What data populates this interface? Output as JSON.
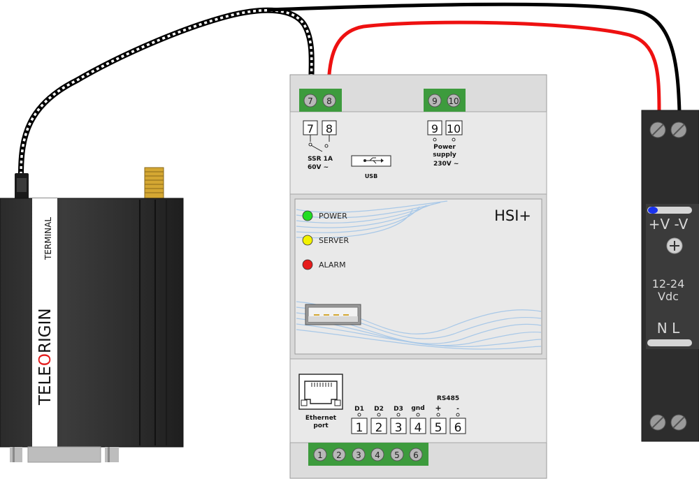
{
  "modem": {
    "brand_left": "TELE",
    "brand_o": "O",
    "brand_right": "RIGIN",
    "subtitle": "TERMINAL"
  },
  "hsi": {
    "title": "HSI+",
    "top_left_terminals": [
      "7",
      "8"
    ],
    "top_right_terminals": [
      "9",
      "10"
    ],
    "ssr_boxes": [
      "7",
      "8"
    ],
    "ssr_label_1": "SSR 1A",
    "ssr_label_2": "60V ~",
    "usb_label": "USB",
    "power_boxes": [
      "9",
      "10"
    ],
    "power_label_1": "Power",
    "power_label_2": "supply",
    "power_label_3": "230V ~",
    "leds": [
      {
        "label": "POWER",
        "color": "#22dd22"
      },
      {
        "label": "SERVER",
        "color": "#f2f200"
      },
      {
        "label": "ALARM",
        "color": "#e61c1c"
      }
    ],
    "ethernet_label_1": "Ethernet",
    "ethernet_label_2": "port",
    "rs485_label": "RS485",
    "io_labels": [
      "D1",
      "D2",
      "D3",
      "gnd",
      "+",
      "-"
    ],
    "io_boxes": [
      "1",
      "2",
      "3",
      "4",
      "5",
      "6"
    ],
    "bottom_terminals": [
      "1",
      "2",
      "3",
      "4",
      "5",
      "6"
    ]
  },
  "psu": {
    "plus": "+V",
    "minus": "-V",
    "voltage_1": "12-24",
    "voltage_2": "Vdc",
    "n": "N",
    "l": "L"
  },
  "colors": {
    "terminal_green": "#3d9b3d",
    "wire_red": "#ee1111",
    "wire_black": "#000000",
    "device_gray": "#e8e8e8"
  }
}
